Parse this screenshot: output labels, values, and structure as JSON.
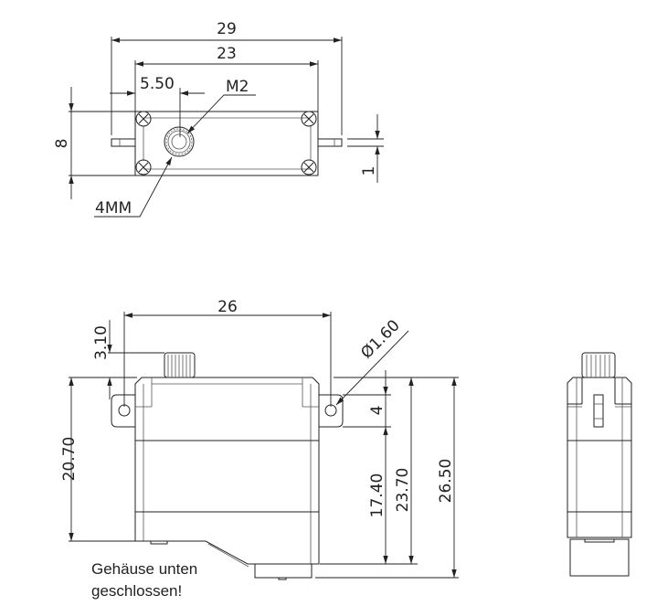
{
  "top_view": {
    "dim_overall_width": "29",
    "dim_mount_spacing": "23",
    "dim_shaft_offset": "5.50",
    "thread_label": "M2",
    "shaft_label": "4MM",
    "dim_depth": "8",
    "dim_tab_thickness": "1"
  },
  "front_view": {
    "dim_hole_spacing": "26",
    "dim_spline_height": "3.10",
    "dim_body_height": "20.70",
    "dim_hole_diameter": "Ø1.60",
    "dim_tab_height": "4",
    "dim_tab_to_bottom": "17.40",
    "dim_top_to_bottom": "23.70",
    "dim_overall_height": "26.50",
    "note_line1": "Gehäuse unten",
    "note_line2": "geschlossen!"
  }
}
